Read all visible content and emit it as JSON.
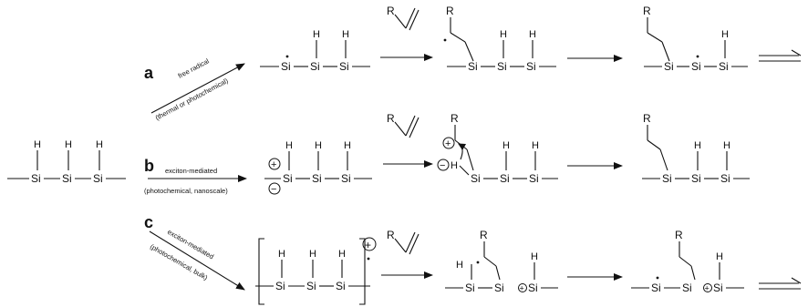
{
  "atoms": {
    "si": "Si",
    "h": "H",
    "r": "R",
    "minus": "−",
    "plus": "+"
  },
  "pathways": [
    {
      "letter": "a",
      "line1": "free radical",
      "line2": "(thermal or photochemical)"
    },
    {
      "letter": "b",
      "line1": "exciton-mediated",
      "line2": "(photochemical, nanoscale)"
    },
    {
      "letter": "c",
      "line1": "exciton-mediated",
      "line2": "(photochemical, bulk)"
    }
  ]
}
